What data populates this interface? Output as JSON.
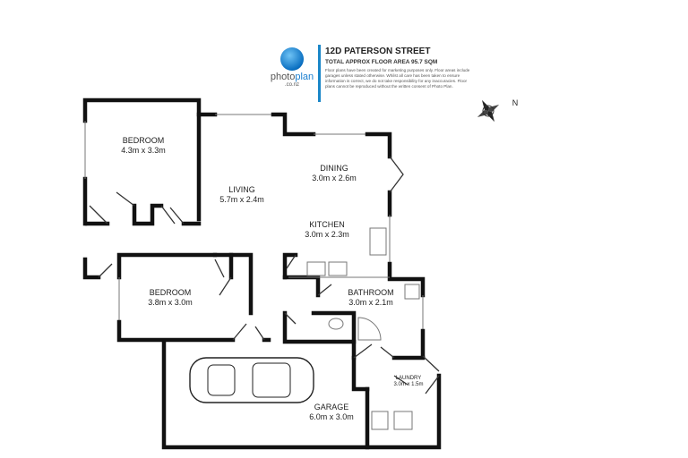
{
  "header": {
    "title": "12D PATERSON STREET",
    "area": "TOTAL APPROX FLOOR AREA 95.7 SQM",
    "disclaimer": "Floor plans have been created for marketing purposes only. Floor areas include garages unless stated otherwise. Whilst all care has been taken to ensure information is correct, we do not take responsibility for any inaccuracies. Floor plans cannot be reproduced without the written consent of Photo Plan.",
    "logo_brand_a": "photo",
    "logo_brand_b": "plan",
    "logo_sub": ".co.nz"
  },
  "rooms": [
    {
      "name": "BEDROOM",
      "size": "4.3m x 3.3m"
    },
    {
      "name": "LIVING",
      "size": "5.7m x 2.4m"
    },
    {
      "name": "DINING",
      "size": "3.0m x 2.6m"
    },
    {
      "name": "KITCHEN",
      "size": "3.0m x 2.3m"
    },
    {
      "name": "BEDROOM",
      "size": "3.8m x 3.0m"
    },
    {
      "name": "BATHROOM",
      "size": "3.0m x 2.1m"
    },
    {
      "name": "LAUNDRY",
      "size": "3.0m x 1.5m"
    },
    {
      "name": "GARAGE",
      "size": "6.0m x 3.0m"
    }
  ],
  "compass": {
    "label": "N",
    "icon": "compass-rose-icon"
  },
  "colors": {
    "accent": "#1a86c8",
    "walls": "#111111"
  }
}
